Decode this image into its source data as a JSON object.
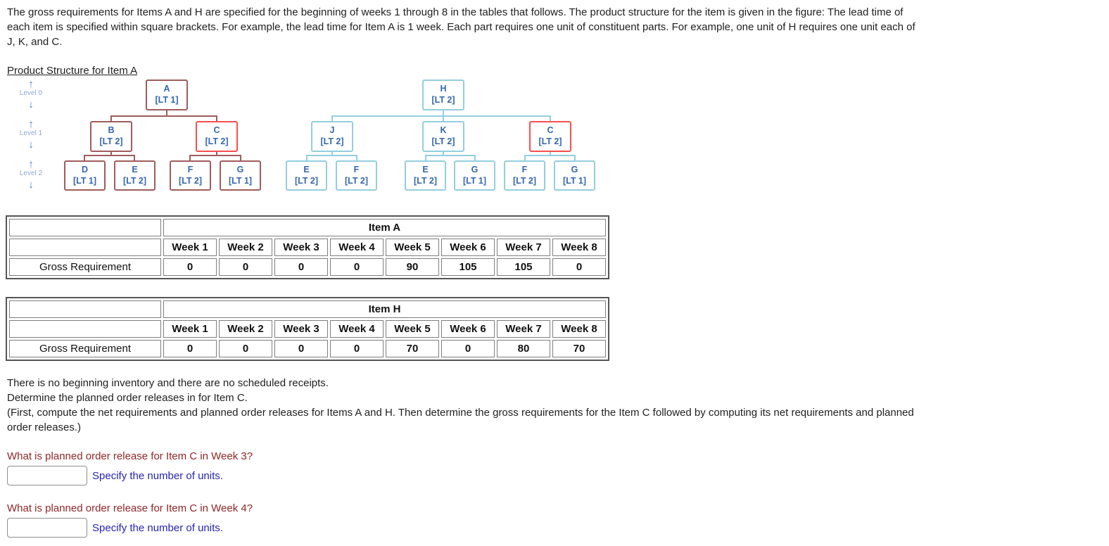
{
  "page": {
    "intro_lines": [
      "The gross requirements for Items A and H are specified for the beginning of weeks 1 through 8 in the tables that follows. The product structure for the item is given in the figure: The lead time of",
      "each item is specified within square brackets. For example, the lead time for Item A is 1 week. Each part requires one unit of constituent parts. For example, one unit of H requires one unit each of",
      "J, K, and C."
    ],
    "section_title": "Product Structure for Item A"
  },
  "diagram": {
    "up_arrow": "↑",
    "down_arrow": "↓",
    "level_labels": [
      "Level 0",
      "Level 1",
      "Level 2"
    ],
    "colors": {
      "tree_a_border": "#a05c5c",
      "tree_h_border": "#94cede",
      "highlight_border": "#f94f4f",
      "node_text": "#3566b0",
      "level_label_text": "#8fa9d4",
      "level_arrow": "#4d7ac6"
    },
    "tree_a": {
      "nodes": [
        {
          "name": "A",
          "lt": "[LT 1]"
        },
        {
          "name": "B",
          "lt": "[LT 2]"
        },
        {
          "name": "C",
          "lt": "[LT 2]"
        },
        {
          "name": "D",
          "lt": "[LT 1]"
        },
        {
          "name": "E",
          "lt": "[LT 2]"
        },
        {
          "name": "F",
          "lt": "[LT 2]"
        },
        {
          "name": "G",
          "lt": "[LT 1]"
        }
      ]
    },
    "tree_h": {
      "nodes": [
        {
          "name": "H",
          "lt": "[LT 2]"
        },
        {
          "name": "J",
          "lt": "[LT 2]"
        },
        {
          "name": "K",
          "lt": "[LT 2]"
        },
        {
          "name": "C",
          "lt": "[LT 2]"
        },
        {
          "name": "E",
          "lt": "[LT 2]"
        },
        {
          "name": "F",
          "lt": "[LT 2]"
        },
        {
          "name": "E",
          "lt": "[LT 2]"
        },
        {
          "name": "G",
          "lt": "[LT 1]"
        },
        {
          "name": "F",
          "lt": "[LT 2]"
        },
        {
          "name": "G",
          "lt": "[LT 1]"
        }
      ]
    }
  },
  "tables": {
    "week_headers": [
      "Week 1",
      "Week 2",
      "Week 3",
      "Week 4",
      "Week 5",
      "Week 6",
      "Week 7",
      "Week 8"
    ],
    "item_a": {
      "title": "Item A",
      "row_label": "Gross Requirement",
      "values": [
        "0",
        "0",
        "0",
        "0",
        "90",
        "105",
        "105",
        "0"
      ]
    },
    "item_h": {
      "title": "Item H",
      "row_label": "Gross Requirement",
      "values": [
        "0",
        "0",
        "0",
        "0",
        "70",
        "0",
        "80",
        "70"
      ]
    }
  },
  "notes_lines": [
    "There is no beginning inventory and there are no scheduled receipts.",
    "Determine the planned order releases in for Item C.",
    "(First, compute the net requirements and planned order releases for Items A and H. Then determine the gross requirements for the Item C followed by computing its net requirements and planned",
    "order releases.)"
  ],
  "questions": [
    {
      "prompt": "What is planned order release for Item C in Week 3?",
      "input_value": "",
      "hint": "Specify the number of units."
    },
    {
      "prompt": "What is planned order release for Item C in Week 4?",
      "input_value": "",
      "hint": "Specify the number of units."
    }
  ]
}
